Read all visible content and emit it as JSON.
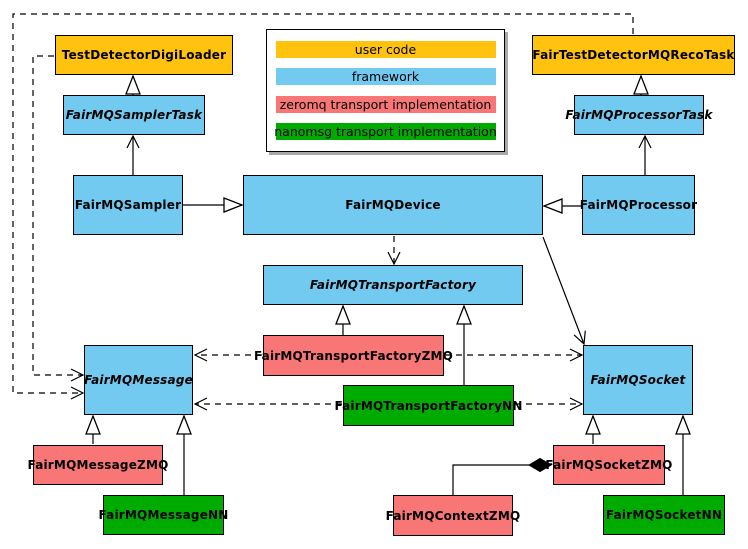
{
  "colors": {
    "user_code": "#FFC20E",
    "framework": "#72CAF0",
    "zeromq": "#F87676",
    "nanomsg": "#00AB00"
  },
  "legend": {
    "items": [
      {
        "label": "user code",
        "color": "#FFC20E"
      },
      {
        "label": "framework",
        "color": "#72CAF0"
      },
      {
        "label": "zeromq transport implementation",
        "color": "#F87676"
      },
      {
        "label": "nanomsg transport implementation",
        "color": "#00AB00"
      }
    ]
  },
  "nodes": [
    {
      "label": "TestDetectorDigiLoader",
      "category": "user code",
      "abstract": false
    },
    {
      "label": "FairTestDetectorMQRecoTask",
      "category": "user code",
      "abstract": false
    },
    {
      "label": "FairMQSamplerTask",
      "category": "framework",
      "abstract": true
    },
    {
      "label": "FairMQProcessorTask",
      "category": "framework",
      "abstract": true
    },
    {
      "label": "FairMQSampler",
      "category": "framework",
      "abstract": false
    },
    {
      "label": "FairMQDevice",
      "category": "framework",
      "abstract": false
    },
    {
      "label": "FairMQProcessor",
      "category": "framework",
      "abstract": false
    },
    {
      "label": "FairMQTransportFactory",
      "category": "framework",
      "abstract": true
    },
    {
      "label": "FairMQTransportFactoryZMQ",
      "category": "zeromq",
      "abstract": false
    },
    {
      "label": "FairMQTransportFactoryNN",
      "category": "nanomsg",
      "abstract": false
    },
    {
      "label": "FairMQMessage",
      "category": "framework",
      "abstract": true
    },
    {
      "label": "FairMQSocket",
      "category": "framework",
      "abstract": true
    },
    {
      "label": "FairMQMessageZMQ",
      "category": "zeromq",
      "abstract": false
    },
    {
      "label": "FairMQMessageNN",
      "category": "nanomsg",
      "abstract": false
    },
    {
      "label": "FairMQContextZMQ",
      "category": "zeromq",
      "abstract": false
    },
    {
      "label": "FairMQSocketZMQ",
      "category": "zeromq",
      "abstract": false
    },
    {
      "label": "FairMQSocketNN",
      "category": "nanomsg",
      "abstract": false
    }
  ],
  "edges": [
    {
      "from": "FairMQSamplerTask",
      "to": "TestDetectorDigiLoader",
      "type": "inheritance-hollow-triangle"
    },
    {
      "from": "FairMQProcessorTask",
      "to": "FairTestDetectorMQRecoTask",
      "type": "inheritance-hollow-triangle"
    },
    {
      "from": "FairMQSampler",
      "to": "FairMQDevice",
      "type": "inheritance-hollow-triangle"
    },
    {
      "from": "FairMQProcessor",
      "to": "FairMQDevice",
      "type": "inheritance-hollow-triangle"
    },
    {
      "from": "FairMQSampler",
      "to": "FairMQSamplerTask",
      "type": "solid-open-arrow"
    },
    {
      "from": "FairMQProcessor",
      "to": "FairMQProcessorTask",
      "type": "solid-open-arrow"
    },
    {
      "from": "FairMQDevice",
      "to": "FairMQSocket",
      "type": "solid-open-arrow"
    },
    {
      "from": "FairMQDevice",
      "to": "FairMQTransportFactory",
      "type": "dashed-dependency"
    },
    {
      "from": "FairMQTransportFactoryZMQ",
      "to": "FairMQTransportFactory",
      "type": "inheritance-hollow-triangle"
    },
    {
      "from": "FairMQTransportFactoryNN",
      "to": "FairMQTransportFactory",
      "type": "inheritance-hollow-triangle"
    },
    {
      "from": "FairMQTransportFactoryZMQ",
      "to": "FairMQMessage",
      "type": "dashed-dependency"
    },
    {
      "from": "FairMQTransportFactoryZMQ",
      "to": "FairMQSocket",
      "type": "dashed-dependency"
    },
    {
      "from": "FairMQTransportFactoryNN",
      "to": "FairMQMessage",
      "type": "dashed-dependency"
    },
    {
      "from": "FairMQTransportFactoryNN",
      "to": "FairMQSocket",
      "type": "dashed-dependency"
    },
    {
      "from": "TestDetectorDigiLoader",
      "to": "FairMQMessage",
      "type": "dashed-dependency"
    },
    {
      "from": "FairTestDetectorMQRecoTask",
      "to": "FairMQMessage",
      "type": "dashed-dependency"
    },
    {
      "from": "FairMQMessageZMQ",
      "to": "FairMQMessage",
      "type": "inheritance-hollow-triangle"
    },
    {
      "from": "FairMQMessageNN",
      "to": "FairMQMessage",
      "type": "inheritance-hollow-triangle"
    },
    {
      "from": "FairMQSocketZMQ",
      "to": "FairMQSocket",
      "type": "inheritance-hollow-triangle"
    },
    {
      "from": "FairMQSocketNN",
      "to": "FairMQSocket",
      "type": "inheritance-hollow-triangle"
    },
    {
      "from": "FairMQContextZMQ",
      "to": "FairMQSocketZMQ",
      "type": "composition-filled-diamond"
    }
  ]
}
